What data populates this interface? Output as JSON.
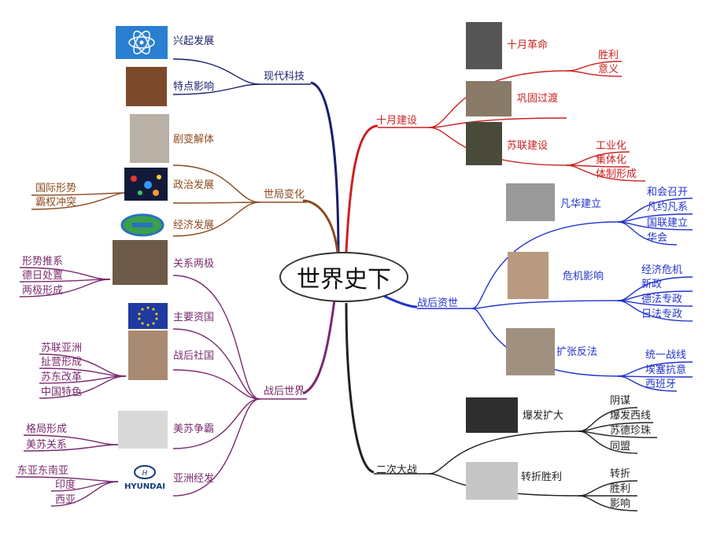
{
  "title": "世界史下",
  "colors": {
    "navy": "#1b1f6b",
    "brown": "#8b4a1c",
    "purple": "#7a2a6e",
    "red": "#cc2222",
    "blue": "#2233cc",
    "black": "#222222"
  },
  "left": {
    "modern_tech": {
      "label": "现代科技",
      "children": [
        "兴起发展",
        "特点影响"
      ]
    },
    "world_change": {
      "label": "世局变化",
      "children": [
        "剧变解体",
        "政治发展",
        "经济发展"
      ],
      "politics_leaves": [
        "国际形势",
        "霸权冲突"
      ]
    },
    "postwar_world": {
      "label": "战后世界",
      "children": [
        "关系两极",
        "主要资国",
        "战后社国",
        "美苏争霸",
        "亚洲经发"
      ],
      "bipolar_leaves": [
        "形势推系",
        "德日处置",
        "两极形成"
      ],
      "socialist_leaves": [
        "苏联亚洲",
        "扯营形成",
        "苏东改革",
        "中国特色"
      ],
      "hegemony_leaves": [
        "格局形成",
        "美苏关系"
      ],
      "asia_leaves": [
        "东亚东南亚",
        "印度",
        "西亚"
      ],
      "hyundai_logo": "HYUNDAI"
    }
  },
  "right": {
    "october": {
      "label": "十月建设",
      "revolution": "十月革命",
      "revolution_leaves": [
        "胜利",
        "意义"
      ],
      "transition": "巩固过渡",
      "soviet": "苏联建设",
      "soviet_leaves": [
        "工业化",
        "集体化",
        "体制形成"
      ]
    },
    "postwar_capital": {
      "label": "战后资世",
      "versailles": "凡华建立",
      "versailles_leaves": [
        "和会召开",
        "凡约凡系",
        "国联建立",
        "华会"
      ],
      "crisis": "危机影响",
      "crisis_leaves": [
        "经济危机",
        "新政",
        "德法专政",
        "日法专政"
      ],
      "antifascism": "扩张反法",
      "antifascism_leaves": [
        "统一战线",
        "埃塞抗意",
        "西班牙"
      ]
    },
    "ww2": {
      "label": "二次大战",
      "outbreak": "爆发扩大",
      "outbreak_leaves": [
        "阴谋",
        "爆发西线",
        "苏德珍珠",
        "同盟"
      ],
      "turning": "转折胜利",
      "turning_leaves": [
        "转折",
        "胜利",
        "影响"
      ]
    }
  }
}
